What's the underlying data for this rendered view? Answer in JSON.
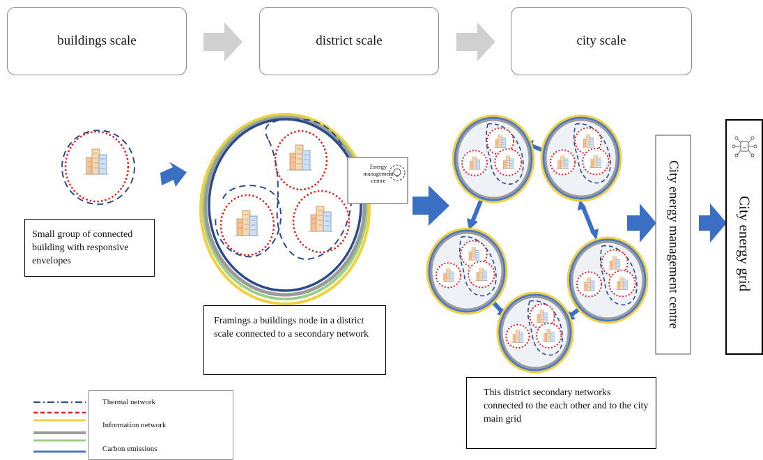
{
  "header": {
    "buildings_scale": "buildings scale",
    "district_scale": "district scale",
    "city_scale": "city scale"
  },
  "labels": {
    "small_group": "Small group of connected building with responsive envelopes",
    "district_node": "Framings a buildings node in a district scale connected to a secondary network",
    "secondary_networks": "This district secondary networks connected to the each other and to the city main grid",
    "energy_mgmt_small": "Energy management centre",
    "city_mgmt_centre": "City energy management centre",
    "city_grid": "City energy grid"
  },
  "legend": {
    "thermal": "Thermal network",
    "information": "Information network",
    "carbon": "Carbon emissions"
  },
  "colors": {
    "arrow_blue": "#3a6fc4",
    "arrow_grey": "#d0d0d0",
    "navy_dash": "#2b4a8b",
    "red_dot": "#e02020",
    "yellow": "#f2cf3c",
    "green": "#9bcf86",
    "grey_ring": "#9b9b9b",
    "blue_ring": "#4b79c8"
  },
  "icons": [
    "building-cluster-icon",
    "gear-bulb-icon",
    "chip-network-icon"
  ]
}
